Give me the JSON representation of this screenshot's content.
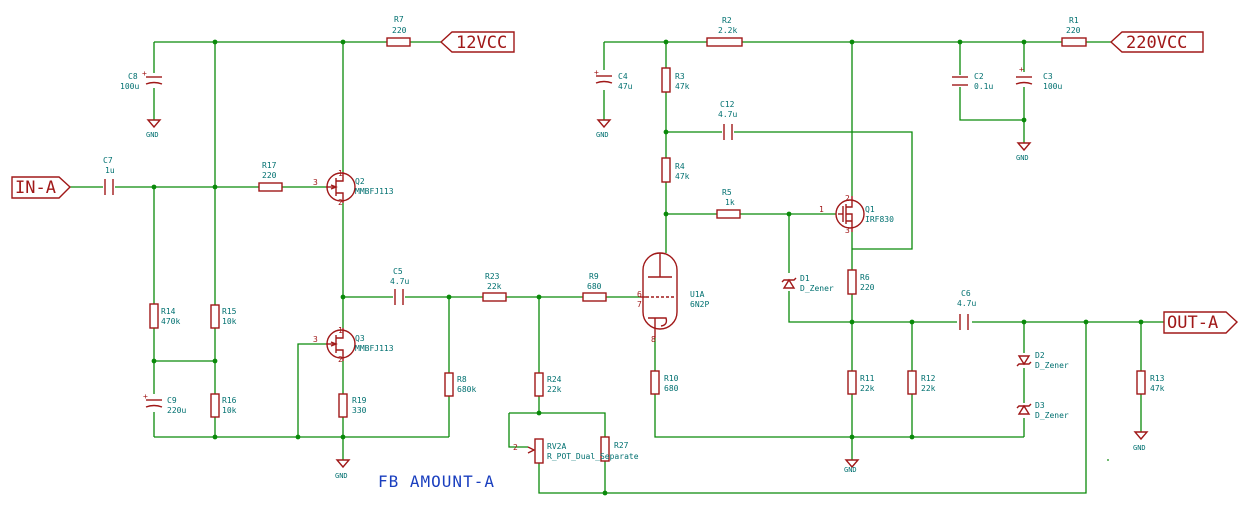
{
  "ports": {
    "in": "IN-A",
    "out": "OUT-A",
    "v12": "12VCC",
    "v220": "220VCC"
  },
  "note": "FB AMOUNT-A",
  "gnd_label": "GND",
  "components": {
    "C8": {
      "ref": "C8",
      "val": "100u"
    },
    "R7": {
      "ref": "R7",
      "val": "220"
    },
    "C7": {
      "ref": "C7",
      "val": "1u"
    },
    "R17": {
      "ref": "R17",
      "val": "220"
    },
    "Q2": {
      "ref": "Q2",
      "val": "MMBFJ113"
    },
    "R14": {
      "ref": "R14",
      "val": "470k"
    },
    "R15": {
      "ref": "R15",
      "val": "10k"
    },
    "R16": {
      "ref": "R16",
      "val": "10k"
    },
    "C9": {
      "ref": "C9",
      "val": "220u"
    },
    "Q3": {
      "ref": "Q3",
      "val": "MMBFJ113"
    },
    "R19": {
      "ref": "R19",
      "val": "330"
    },
    "C5": {
      "ref": "C5",
      "val": "4.7u"
    },
    "R8": {
      "ref": "R8",
      "val": "680k"
    },
    "R23": {
      "ref": "R23",
      "val": "22k"
    },
    "R9": {
      "ref": "R9",
      "val": "680"
    },
    "R24": {
      "ref": "R24",
      "val": "22k"
    },
    "RV2": {
      "ref": "RV2A",
      "val": "R_POT_Dual_Separate"
    },
    "R27": {
      "ref": "R27",
      "val": ""
    },
    "C4": {
      "ref": "C4",
      "val": "47u"
    },
    "R3": {
      "ref": "R3",
      "val": "47k"
    },
    "R4": {
      "ref": "R4",
      "val": "47k"
    },
    "R2": {
      "ref": "R2",
      "val": "2.2k"
    },
    "C12": {
      "ref": "C12",
      "val": "4.7u"
    },
    "R5": {
      "ref": "R5",
      "val": "1k"
    },
    "U1": {
      "ref": "U1A",
      "val": "6N2P"
    },
    "R10": {
      "ref": "R10",
      "val": "680"
    },
    "Q1": {
      "ref": "Q1",
      "val": "IRF830"
    },
    "D1": {
      "ref": "D1",
      "val": "D_Zener"
    },
    "R6": {
      "ref": "R6",
      "val": "220"
    },
    "R11": {
      "ref": "R11",
      "val": "22k"
    },
    "R12": {
      "ref": "R12",
      "val": "22k"
    },
    "C6": {
      "ref": "C6",
      "val": "4.7u"
    },
    "D2": {
      "ref": "D2",
      "val": "D_Zener"
    },
    "D3": {
      "ref": "D3",
      "val": "D_Zener"
    },
    "R13": {
      "ref": "R13",
      "val": "47k"
    },
    "R1": {
      "ref": "R1",
      "val": "220"
    },
    "C2": {
      "ref": "C2",
      "val": "0.1u"
    },
    "C3": {
      "ref": "C3",
      "val": "100u"
    }
  },
  "pins": {
    "one": "1",
    "two": "2",
    "three": "3",
    "six": "6",
    "seven": "7",
    "eight": "8"
  }
}
